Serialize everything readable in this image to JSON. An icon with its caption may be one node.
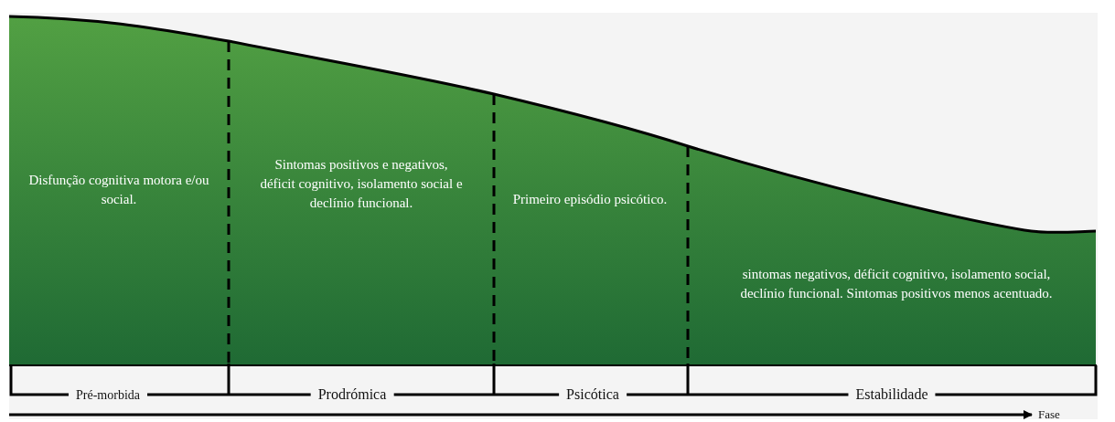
{
  "diagram": {
    "labels": [
      "Disfunção cognitiva motora e/ou social.",
      "Sintomas positivos e negativos, déficit cognitivo, isolamento social e declínio funcional.",
      "Primeiro episódio psicótico.",
      "sintomas negativos, déficit cognitivo, isolamento social, declínio funcional. Sintomas positivos menos acentuado.",
      "Pré-morbida",
      "Prodrómica",
      "Psicótica",
      "Estabilidade",
      "Fase"
    ]
  }
}
